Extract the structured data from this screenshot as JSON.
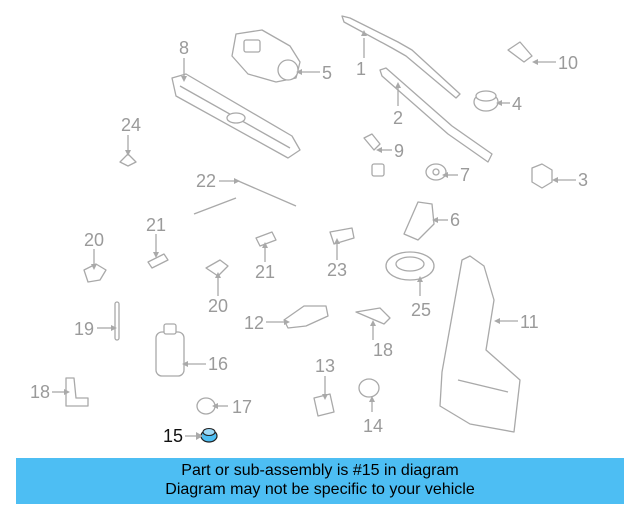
{
  "diagram": {
    "highlight_color": "#4dbef3",
    "highlighted_part": "15",
    "labels": [
      "1",
      "2",
      "3",
      "4",
      "5",
      "6",
      "7",
      "8",
      "9",
      "10",
      "11",
      "12",
      "13",
      "14",
      "15",
      "16",
      "17",
      "18",
      "18",
      "19",
      "20",
      "20",
      "21",
      "21",
      "22",
      "23",
      "24",
      "25"
    ]
  },
  "banner": {
    "line1": "Part or sub-assembly is #15 in diagram",
    "line2": "Diagram may not be specific to your vehicle",
    "color": "#4dbef3"
  }
}
